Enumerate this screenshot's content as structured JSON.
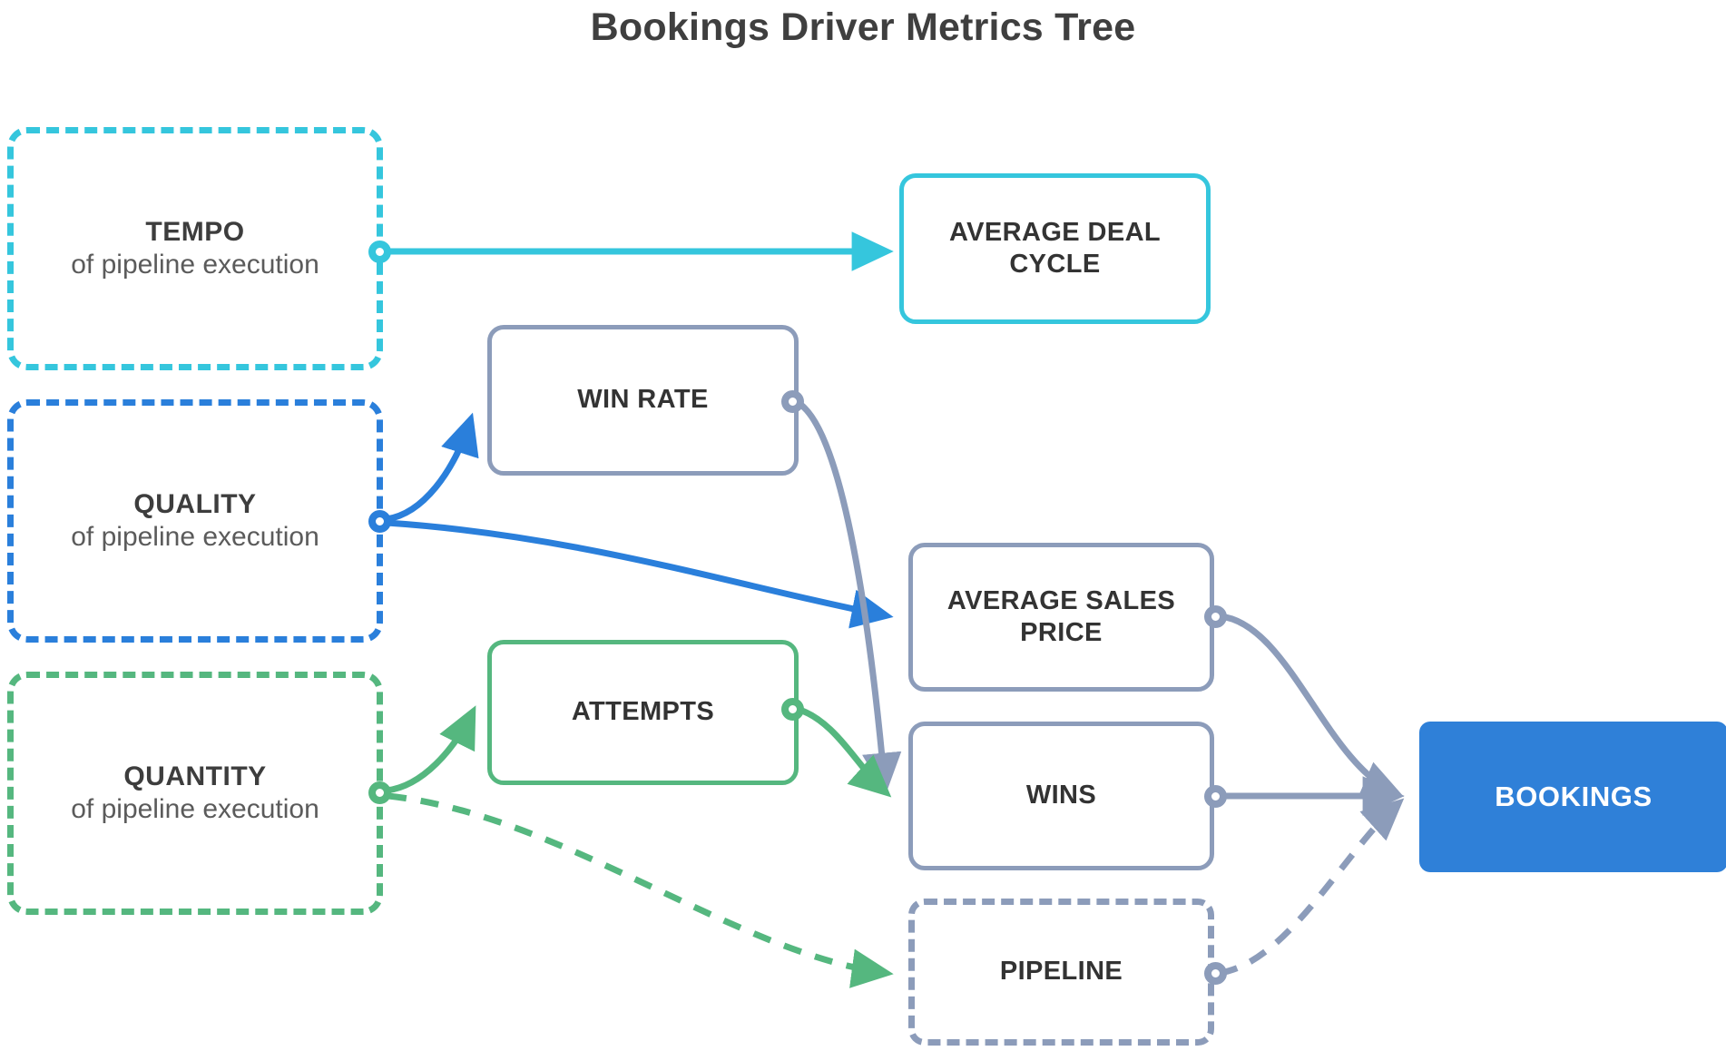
{
  "title": "Bookings Driver Metrics Tree",
  "colors": {
    "tempo": "#35c6dd",
    "quality": "#2a7fdb",
    "quantity": "#55b77f",
    "neutral": "#8c9cba",
    "terminal": "#2f80d8",
    "text_dark": "#3d3d3d",
    "text_sub": "#5b5b5b",
    "text_metric": "#333333",
    "text_terminal": "#ffffff",
    "background": "#ffffff"
  },
  "drivers": [
    {
      "key": "TEMPO",
      "sub": "of pipeline execution",
      "color": "#35c6dd"
    },
    {
      "key": "QUALITY",
      "sub": "of pipeline execution",
      "color": "#2a7fdb"
    },
    {
      "key": "QUANTITY",
      "sub": "of pipeline execution",
      "color": "#55b77f"
    }
  ],
  "metrics": [
    {
      "id": "average-deal-cycle",
      "label": "AVERAGE DEAL CYCLE",
      "line1": "AVERAGE DEAL",
      "line2": "CYCLE",
      "style": "solid",
      "color": "#35c6dd"
    },
    {
      "id": "win-rate",
      "label": "WIN RATE",
      "line1": "WIN RATE",
      "line2": "",
      "style": "solid",
      "color": "#8c9cba"
    },
    {
      "id": "attempts",
      "label": "ATTEMPTS",
      "line1": "ATTEMPTS",
      "line2": "",
      "style": "solid",
      "color": "#55b77f"
    },
    {
      "id": "average-sales-price",
      "label": "AVERAGE SALES PRICE",
      "line1": "AVERAGE SALES",
      "line2": "PRICE",
      "style": "solid",
      "color": "#8c9cba"
    },
    {
      "id": "wins",
      "label": "WINS",
      "line1": "WINS",
      "line2": "",
      "style": "solid",
      "color": "#8c9cba"
    },
    {
      "id": "pipeline",
      "label": "PIPELINE",
      "line1": "PIPELINE",
      "line2": "",
      "style": "dashed",
      "color": "#8c9cba"
    }
  ],
  "terminal": {
    "id": "bookings",
    "label": "BOOKINGS",
    "color": "#2f80d8"
  },
  "chart_data": {
    "type": "diagram",
    "title": "Bookings Driver Metrics Tree",
    "nodes": [
      {
        "id": "tempo",
        "label": "TEMPO of pipeline execution",
        "group": "driver",
        "color": "#35c6dd",
        "style": "dashed"
      },
      {
        "id": "quality",
        "label": "QUALITY of pipeline execution",
        "group": "driver",
        "color": "#2a7fdb",
        "style": "dashed"
      },
      {
        "id": "quantity",
        "label": "QUANTITY of pipeline execution",
        "group": "driver",
        "color": "#55b77f",
        "style": "dashed"
      },
      {
        "id": "average-deal-cycle",
        "label": "AVERAGE DEAL CYCLE",
        "group": "metric",
        "color": "#35c6dd",
        "style": "solid"
      },
      {
        "id": "win-rate",
        "label": "WIN RATE",
        "group": "metric",
        "color": "#8c9cba",
        "style": "solid"
      },
      {
        "id": "attempts",
        "label": "ATTEMPTS",
        "group": "metric",
        "color": "#55b77f",
        "style": "solid"
      },
      {
        "id": "average-sales-price",
        "label": "AVERAGE SALES PRICE",
        "group": "metric",
        "color": "#8c9cba",
        "style": "solid"
      },
      {
        "id": "wins",
        "label": "WINS",
        "group": "metric",
        "color": "#8c9cba",
        "style": "solid"
      },
      {
        "id": "pipeline",
        "label": "PIPELINE",
        "group": "metric",
        "color": "#8c9cba",
        "style": "dashed"
      },
      {
        "id": "bookings",
        "label": "BOOKINGS",
        "group": "terminal",
        "color": "#2f80d8",
        "style": "filled"
      }
    ],
    "edges": [
      {
        "from": "tempo",
        "to": "average-deal-cycle",
        "color": "#35c6dd",
        "style": "solid"
      },
      {
        "from": "quality",
        "to": "win-rate",
        "color": "#2a7fdb",
        "style": "solid"
      },
      {
        "from": "quality",
        "to": "average-sales-price",
        "color": "#2a7fdb",
        "style": "solid"
      },
      {
        "from": "quantity",
        "to": "attempts",
        "color": "#55b77f",
        "style": "solid"
      },
      {
        "from": "quantity",
        "to": "pipeline",
        "color": "#55b77f",
        "style": "dashed"
      },
      {
        "from": "win-rate",
        "to": "wins",
        "color": "#8c9cba",
        "style": "solid"
      },
      {
        "from": "attempts",
        "to": "wins",
        "color": "#55b77f",
        "style": "solid"
      },
      {
        "from": "average-sales-price",
        "to": "bookings",
        "color": "#8c9cba",
        "style": "solid"
      },
      {
        "from": "wins",
        "to": "bookings",
        "color": "#8c9cba",
        "style": "solid"
      },
      {
        "from": "pipeline",
        "to": "bookings",
        "color": "#8c9cba",
        "style": "dashed"
      }
    ]
  }
}
